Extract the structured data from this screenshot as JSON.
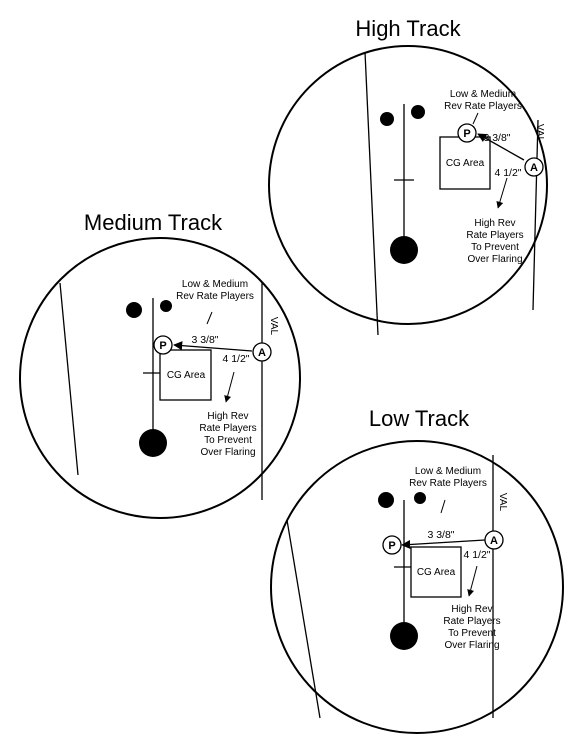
{
  "high": {
    "title": "High Track",
    "low_medium_line1": "Low & Medium",
    "low_medium_line2": "Rev Rate Players",
    "horizontal_measure": "3 3/8\"",
    "vertical_measure": "4 1/2\"",
    "cg_area": "CG Area",
    "val": "VAL",
    "pin_letter": "P",
    "axis_letter": "A",
    "high_rev_line1": "High Rev",
    "high_rev_line2": "Rate Players",
    "high_rev_line3": "To Prevent",
    "high_rev_line4": "Over Flaring"
  },
  "medium": {
    "title": "Medium Track",
    "low_medium_line1": "Low & Medium",
    "low_medium_line2": "Rev Rate Players",
    "horizontal_measure": "3 3/8\"",
    "vertical_measure": "4 1/2\"",
    "cg_area": "CG Area",
    "val": "VAL",
    "pin_letter": "P",
    "axis_letter": "A",
    "high_rev_line1": "High Rev",
    "high_rev_line2": "Rate Players",
    "high_rev_line3": "To Prevent",
    "high_rev_line4": "Over Flaring"
  },
  "low": {
    "title": "Low Track",
    "low_medium_line1": "Low & Medium",
    "low_medium_line2": "Rev Rate Players",
    "horizontal_measure": "3 3/8\"",
    "vertical_measure": "4 1/2\"",
    "cg_area": "CG Area",
    "val": "VAL",
    "pin_letter": "P",
    "axis_letter": "A",
    "high_rev_line1": "High Rev",
    "high_rev_line2": "Rate Players",
    "high_rev_line3": "To Prevent",
    "high_rev_line4": "Over Flaring"
  }
}
